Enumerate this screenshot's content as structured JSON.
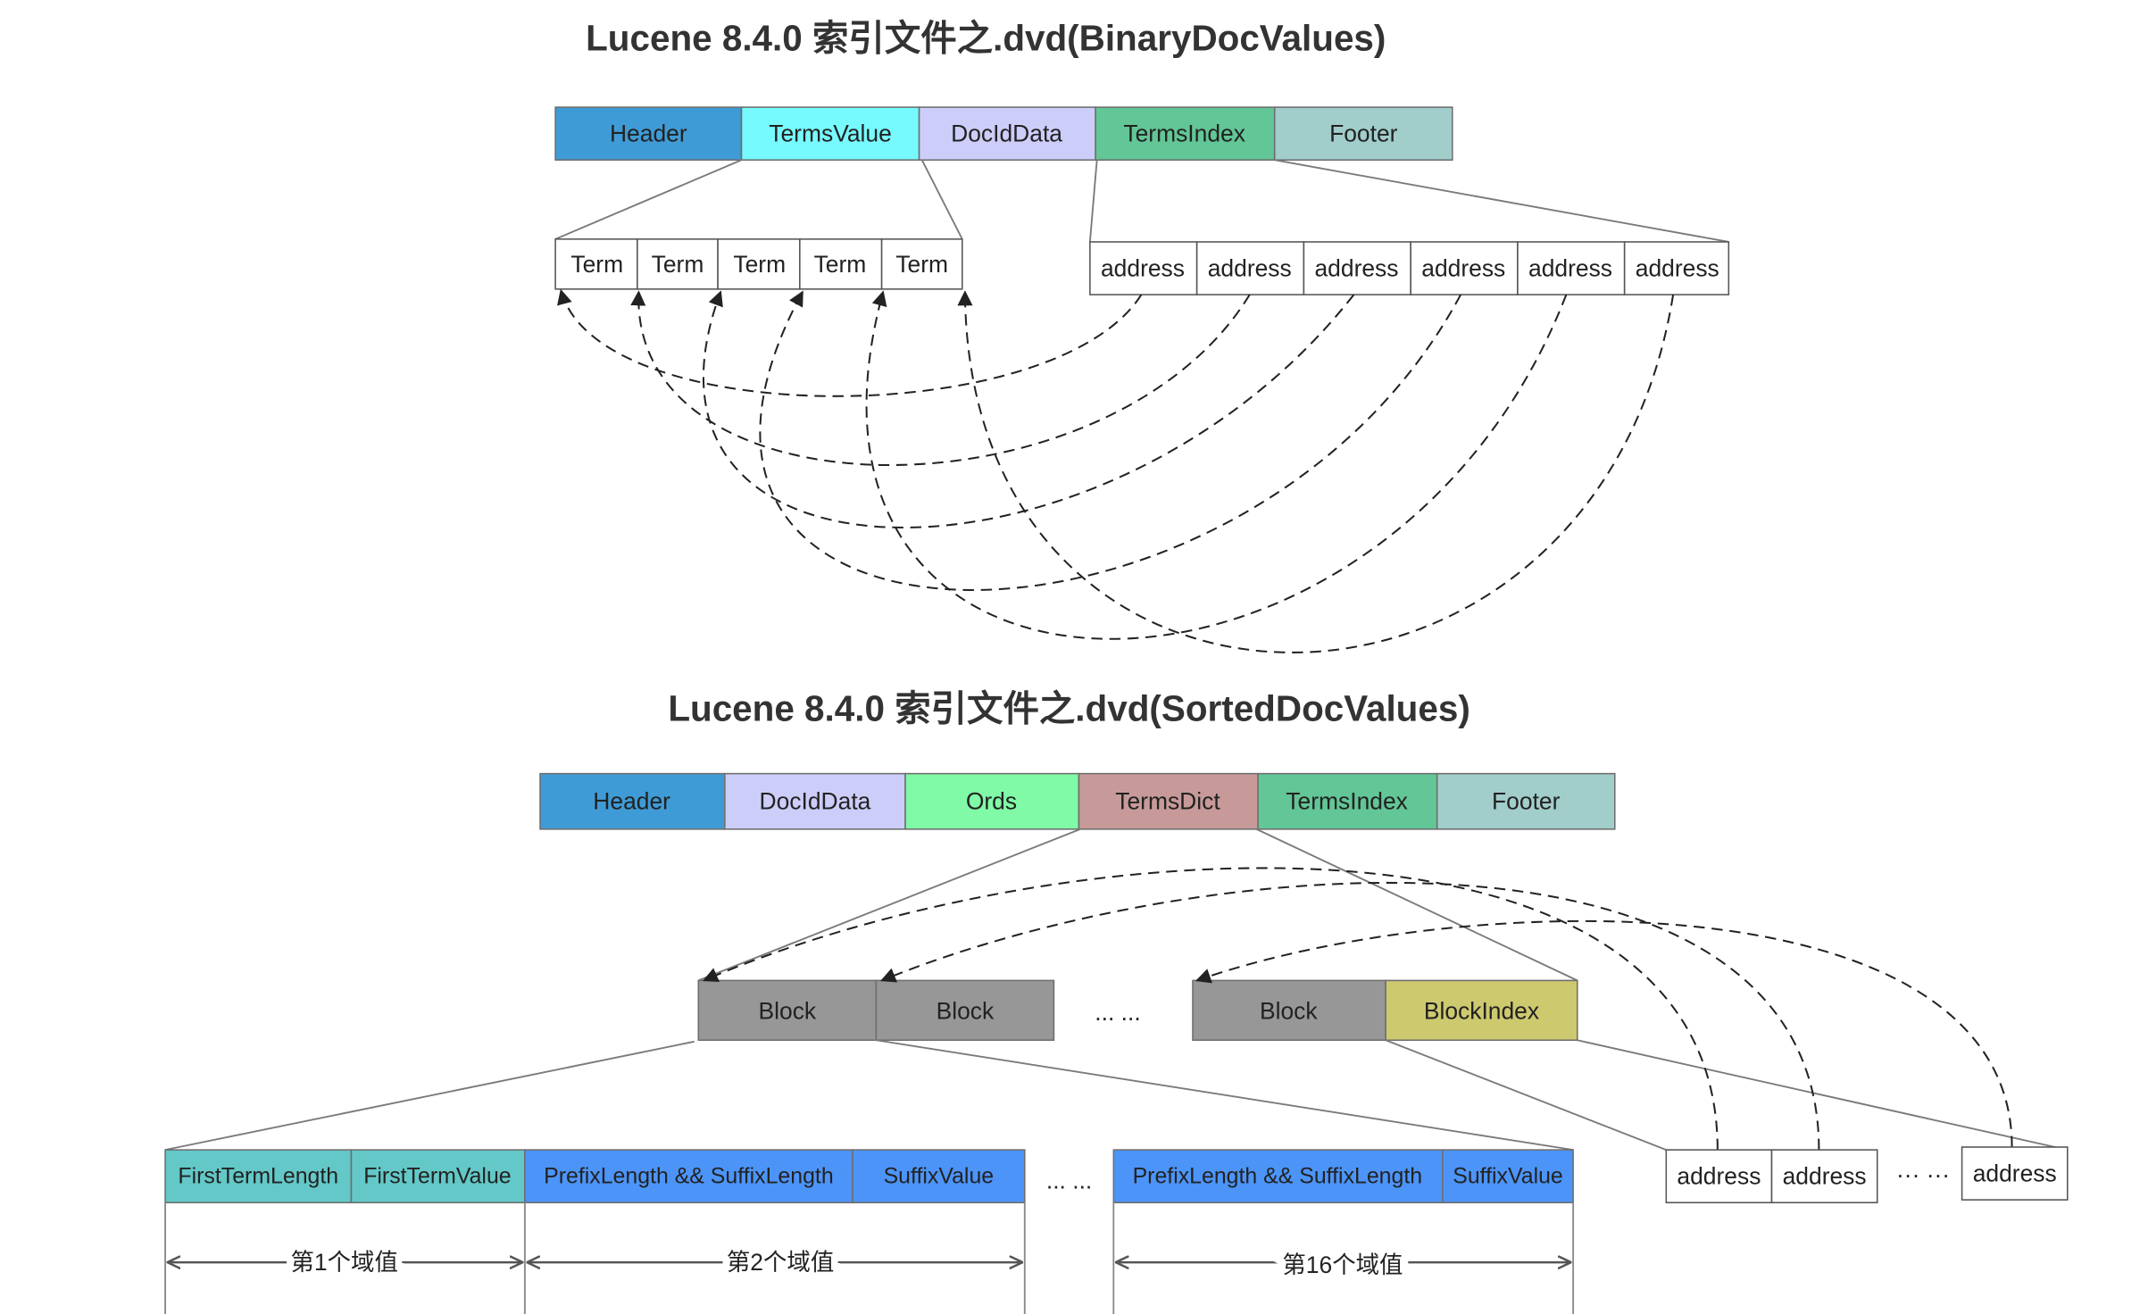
{
  "binary": {
    "title": "Lucene 8.4.0 索引文件之.dvd(BinaryDocValues)",
    "file_sections": [
      "Header",
      "TermsValue",
      "DocIdData",
      "TermsIndex",
      "Footer"
    ],
    "terms": [
      "Term",
      "Term",
      "Term",
      "Term",
      "Term"
    ],
    "addresses": [
      "address",
      "address",
      "address",
      "address",
      "address",
      "address"
    ]
  },
  "sorted": {
    "title": "Lucene 8.4.0 索引文件之.dvd(SortedDocValues)",
    "file_sections": [
      "Header",
      "DocIdData",
      "Ords",
      "TermsDict",
      "TermsIndex",
      "Footer"
    ],
    "blocks": [
      "Block",
      "Block",
      "Block",
      "BlockIndex"
    ],
    "block_ellipsis": "... ...",
    "block_fields": [
      "FirstTermLength",
      "FirstTermValue",
      "PrefixLength && SuffixLength",
      "SuffixValue"
    ],
    "field_ellipsis": "... ...",
    "last_fields": [
      "PrefixLength && SuffixLength",
      "SuffixValue"
    ],
    "addresses": [
      "address",
      "address",
      "address"
    ],
    "address_ellipsis": "··· ···",
    "value_spans": [
      "第1个域值",
      "第2个域值",
      "第16个域值"
    ]
  },
  "colors": {
    "header": "#3f9bd6",
    "terms_value": "#76fafe",
    "doc_id_data": "#cdcdfa",
    "terms_index": "#62c696",
    "footer": "#a1cdcb",
    "ords": "#80faa6",
    "terms_dict": "#c79a99",
    "block": "#979797",
    "block_index": "#cdc96f",
    "first_term_fields": "#63c8c7",
    "prefix_suffix_fields": "#4c94f8"
  }
}
